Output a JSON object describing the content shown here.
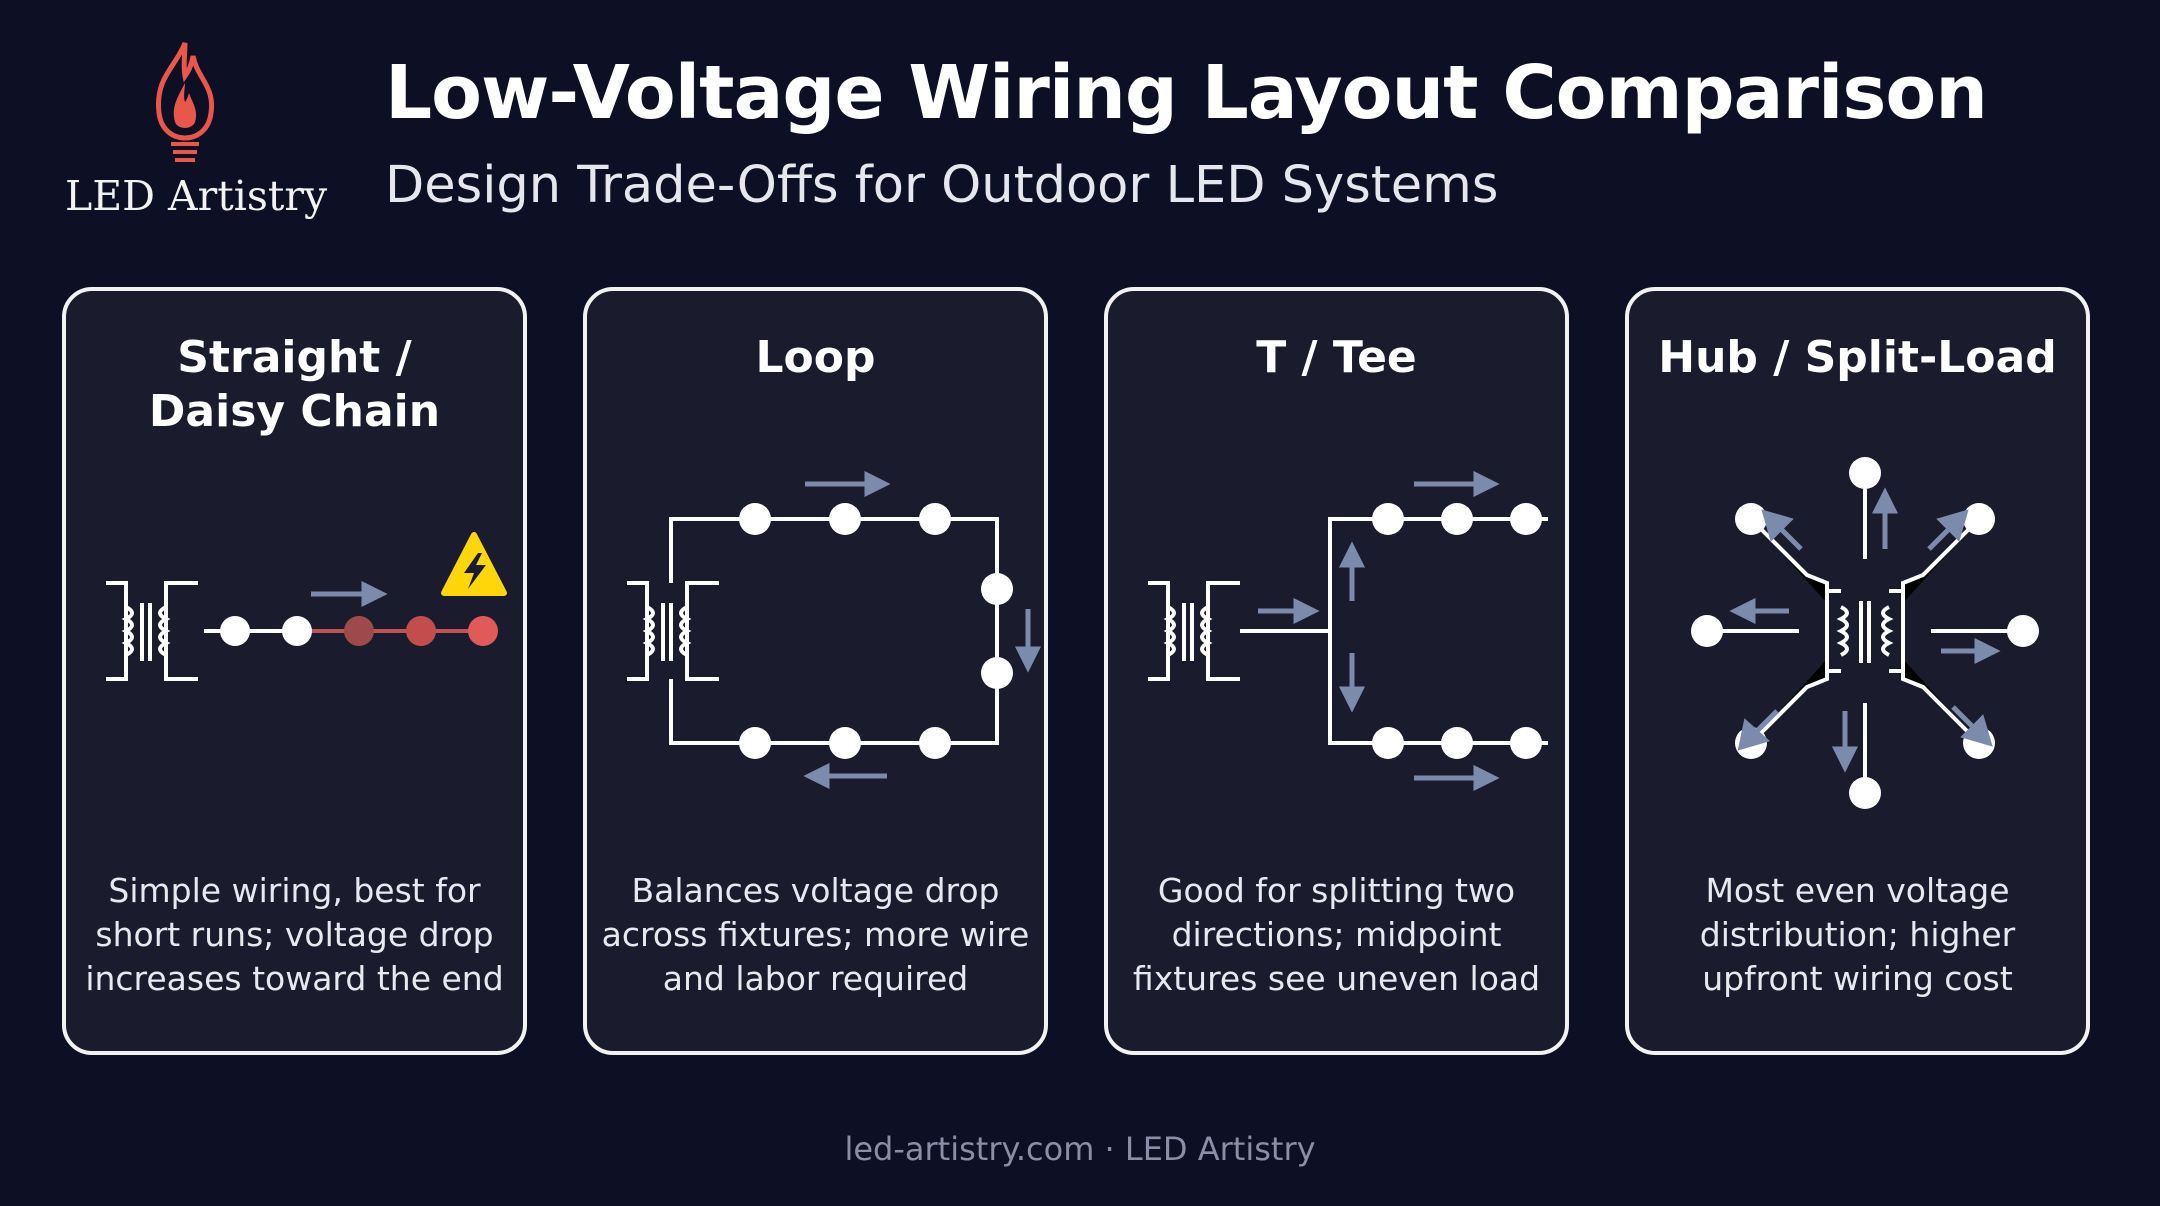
{
  "brand": {
    "name": "LED Artistry"
  },
  "header": {
    "title": "Low-Voltage Wiring Layout Comparison",
    "subtitle": "Design Trade-Offs for Outdoor LED Systems"
  },
  "layouts": [
    {
      "title": "Straight /\nDaisy Chain",
      "description": "Simple wiring, best for\nshort runs; voltage drop\nincreases toward the end"
    },
    {
      "title": "Loop",
      "description": "Balances voltage drop\nacross fixtures; more wire\nand labor required"
    },
    {
      "title": "T / Tee",
      "description": "Good for splitting two\ndirections; midpoint\nfixtures see uneven load"
    },
    {
      "title": "Hub / Split-Load",
      "description": "Most even voltage\ndistribution; higher\nupfront wiring cost"
    }
  ],
  "footer": {
    "text": "led-artistry.com · LED Artistry"
  },
  "colors": {
    "background": "#0d0f24",
    "card": "#1a1c2e",
    "accent_warning": "#ffd60a",
    "voltage_drop": "#e05a5a",
    "arrow": "#7c8bab",
    "logo_flame": "#e8574a"
  }
}
